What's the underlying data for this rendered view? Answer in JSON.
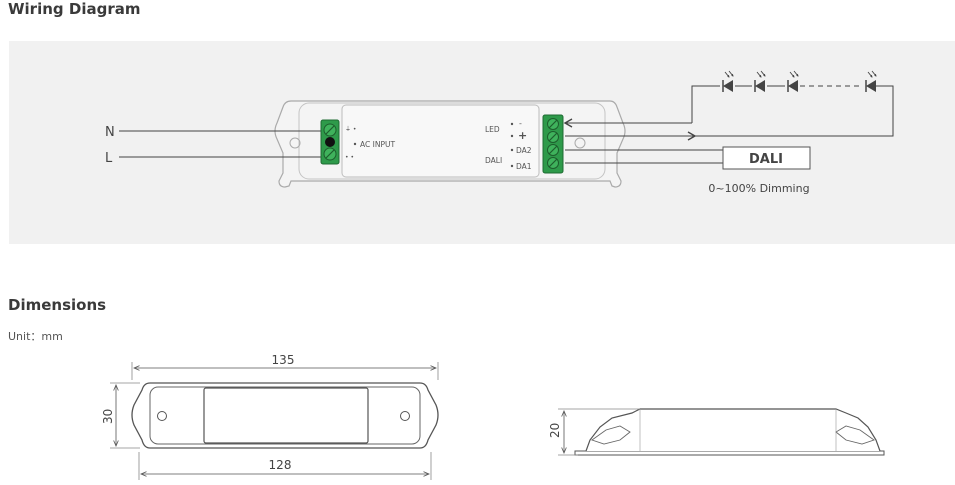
{
  "wiring": {
    "title": "Wiring Diagram",
    "input_labels": [
      "N",
      "L"
    ],
    "ac_input_label": "AC INPUT",
    "led_label": "LED",
    "led_minus": "-",
    "led_plus": "+",
    "dali_label": "DALI",
    "da2_label": "DA2",
    "da1_label": "DA1",
    "dali_box_label": "DALI",
    "dimming_caption": "0~100% Dimming",
    "led_count": 4
  },
  "dimensions": {
    "title": "Dimensions",
    "unit_note": "Unit：mm",
    "length_total": "135",
    "length_inner": "128",
    "width": "30",
    "height": "20"
  },
  "colors": {
    "terminal_green": "#2e9a4a",
    "line": "#444444",
    "panel_bg": "#f1f1f1"
  }
}
